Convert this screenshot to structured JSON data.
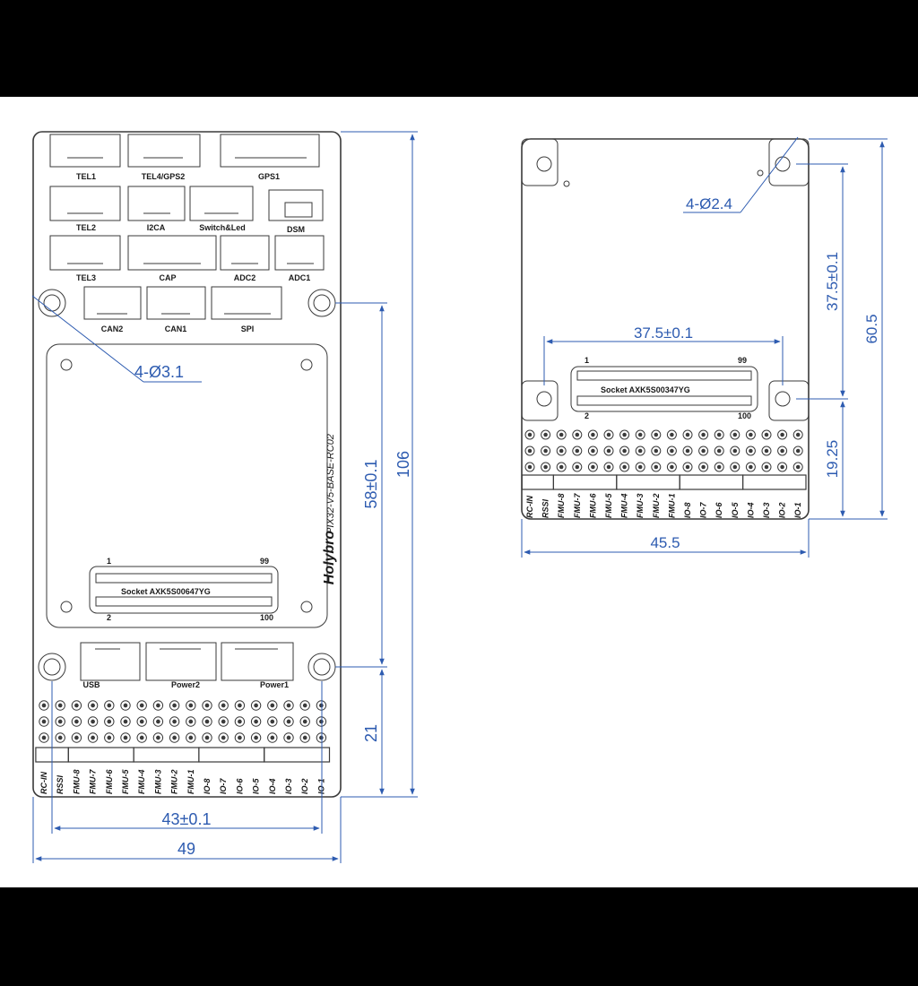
{
  "colors": {
    "background": "#ffffff",
    "band": "#000000",
    "outline": "#3a3a3a",
    "dimension": "#2d5bb0"
  },
  "board_large": {
    "connectors": [
      "TEL1",
      "TEL4/GPS2",
      "GPS1",
      "TEL2",
      "I2CA",
      "Switch&Led",
      "DSM",
      "TEL3",
      "CAP",
      "ADC2",
      "ADC1",
      "CAN2",
      "CAN1",
      "SPI",
      "USB",
      "Power2",
      "Power1"
    ],
    "board_text": "PIX32-V5-BASE-RC02",
    "brand": "Holybro",
    "socket_label": "Socket AXK5S00647YG",
    "socket_pins": [
      "1",
      "99",
      "2",
      "100"
    ],
    "pin_labels": [
      "RC-IN",
      "RSSI",
      "FMU-8",
      "FMU-7",
      "FMU-6",
      "FMU-5",
      "FMU-4",
      "FMU-3",
      "FMU-2",
      "FMU-1",
      "IO-8",
      "IO-7",
      "IO-6",
      "IO-5",
      "IO-4",
      "IO-3",
      "IO-2",
      "IO-1"
    ],
    "dims": {
      "holes": "4-Ø3.1",
      "height_total": "106",
      "height_holes": "58±0.1",
      "height_pins": "21",
      "width_holes": "43±0.1",
      "width_total": "49"
    }
  },
  "board_small": {
    "socket_label": "Socket AXK5S00347YG",
    "socket_pins": [
      "1",
      "99",
      "2",
      "100"
    ],
    "pin_labels": [
      "RC-IN",
      "RSSI",
      "FMU-8",
      "FMU-7",
      "FMU-6",
      "FMU-5",
      "FMU-4",
      "FMU-3",
      "FMU-2",
      "FMU-1",
      "IO-8",
      "IO-7",
      "IO-6",
      "IO-5",
      "IO-4",
      "IO-3",
      "IO-2",
      "IO-1"
    ],
    "dims": {
      "holes": "4-Ø2.4",
      "width_holes": "37.5±0.1",
      "height_holes": "37.5±0.1",
      "height_total": "60.5",
      "height_pins": "19.25",
      "width_total": "45.5"
    }
  }
}
